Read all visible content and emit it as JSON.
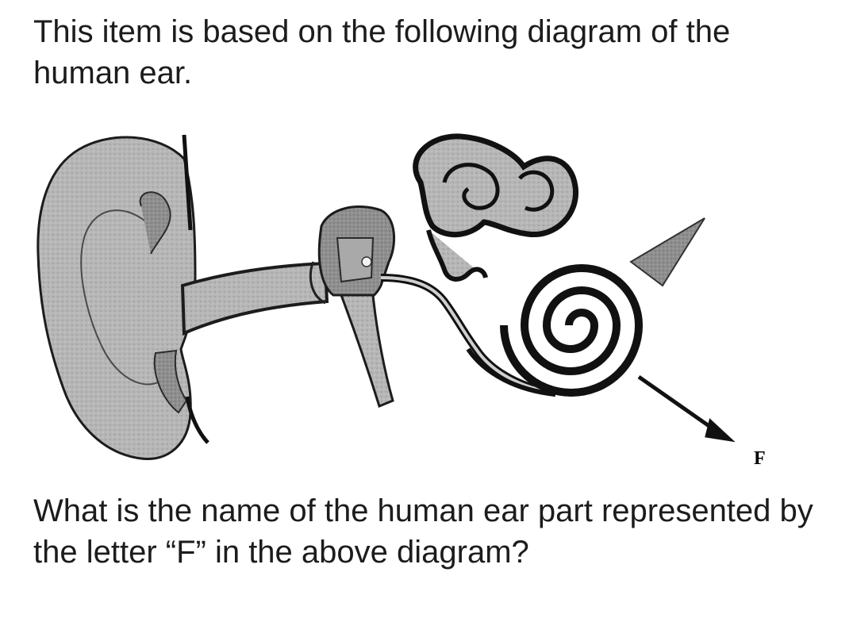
{
  "intro_text": "This item is based on the following diagram of the human ear.",
  "diagram": {
    "label_f": "F"
  },
  "question_text": "What is the name of the human ear part represented by the letter “F” in the above diagram?"
}
